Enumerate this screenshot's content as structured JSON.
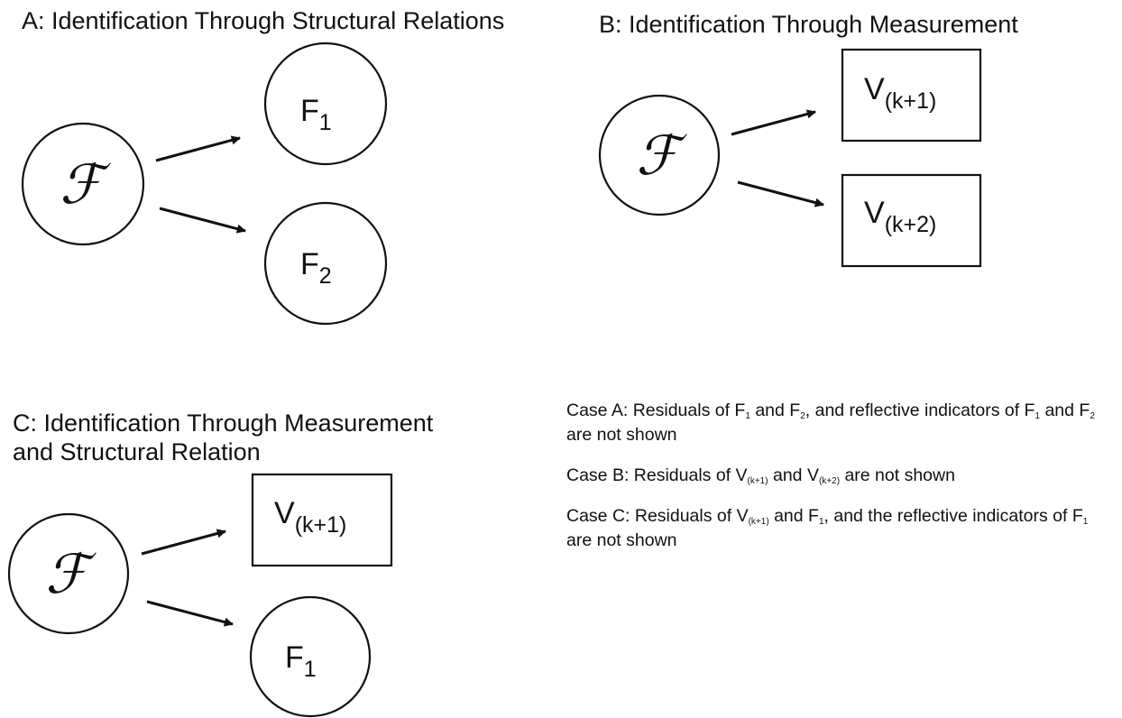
{
  "panels": {
    "a": {
      "title": "A: Identification Through Structural Relations"
    },
    "b": {
      "title": "B: Identification Through Measurement"
    },
    "c": {
      "title_line1": "C: Identification Through Measurement",
      "title_line2": "and Structural Relation"
    }
  },
  "nodes": {
    "script_f": "ℱ",
    "f_base": "F",
    "v_base": "V",
    "sub_1": "1",
    "sub_2": "2",
    "sub_k1": "(k+1)",
    "sub_k2": "(k+2)"
  },
  "notes": {
    "case_a": {
      "t1": "Case A: Residuals of F",
      "s1": "1",
      "t2": " and F",
      "s2": "2",
      "t3": ", and reflective indicators of F",
      "s3": "1",
      "t4": " and F",
      "s4": "2",
      "t5": " are not shown"
    },
    "case_b": {
      "t1": "Case B: Residuals of V",
      "s1": "(k+1)",
      "t2": " and V",
      "s2": "(k+2)",
      "t3": " are not shown"
    },
    "case_c": {
      "t1": "Case C: Residuals of V",
      "s1": "(k+1)",
      "t2": " and F",
      "s2": "1",
      "t3": ", and the reflective indicators of F",
      "s3": "1",
      "t4": " are not shown"
    }
  }
}
